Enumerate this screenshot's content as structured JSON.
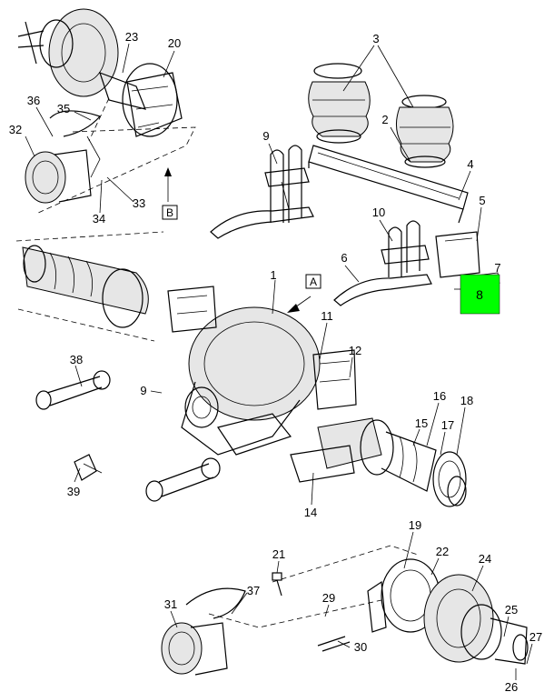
{
  "diagram": {
    "highlight_color": "#00ff00",
    "highlighted_callout": "8",
    "callouts": [
      "1",
      "2",
      "3",
      "4",
      "5",
      "6",
      "7",
      "8",
      "9",
      "9",
      "10",
      "11",
      "12",
      "14",
      "15",
      "16",
      "17",
      "18",
      "19",
      "20",
      "21",
      "22",
      "23",
      "24",
      "25",
      "26",
      "27",
      "29",
      "30",
      "31",
      "32",
      "33",
      "34",
      "35",
      "36",
      "37",
      "38",
      "39"
    ],
    "view_labels": [
      "A",
      "B"
    ]
  }
}
